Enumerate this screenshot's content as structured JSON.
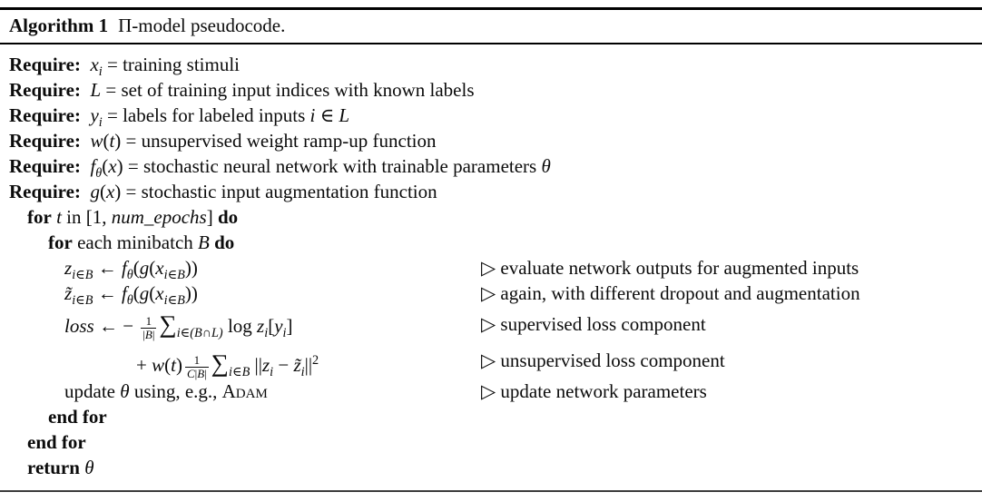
{
  "header": {
    "label": "Algorithm 1",
    "title": "Π-model pseudocode."
  },
  "comment_marker": "▷",
  "lines": [
    {
      "indent": 0,
      "comment": null,
      "segments": [
        {
          "t": "Require:",
          "b": true
        },
        {
          "t": "  "
        },
        {
          "t": "x",
          "i": true
        },
        {
          "t": "i",
          "i": true,
          "sub": true
        },
        {
          "t": " = training stimuli"
        }
      ]
    },
    {
      "indent": 0,
      "comment": null,
      "segments": [
        {
          "t": "Require:",
          "b": true
        },
        {
          "t": "  "
        },
        {
          "t": "L",
          "i": true
        },
        {
          "t": " = set of training input indices with known labels"
        }
      ]
    },
    {
      "indent": 0,
      "comment": null,
      "segments": [
        {
          "t": "Require:",
          "b": true
        },
        {
          "t": "  "
        },
        {
          "t": "y",
          "i": true
        },
        {
          "t": "i",
          "i": true,
          "sub": true
        },
        {
          "t": " = labels for labeled inputs "
        },
        {
          "t": "i",
          "i": true
        },
        {
          "t": " ∈ "
        },
        {
          "t": "L",
          "i": true
        }
      ]
    },
    {
      "indent": 0,
      "comment": null,
      "segments": [
        {
          "t": "Require:",
          "b": true
        },
        {
          "t": "  "
        },
        {
          "t": "w",
          "i": true
        },
        {
          "t": "("
        },
        {
          "t": "t",
          "i": true
        },
        {
          "t": ")"
        },
        {
          "t": " = unsupervised weight ramp-up function"
        }
      ]
    },
    {
      "indent": 0,
      "comment": null,
      "segments": [
        {
          "t": "Require:",
          "b": true
        },
        {
          "t": "  "
        },
        {
          "t": "f",
          "i": true
        },
        {
          "t": "θ",
          "i": true,
          "sub": true
        },
        {
          "t": "("
        },
        {
          "t": "x",
          "i": true
        },
        {
          "t": ")"
        },
        {
          "t": " = stochastic neural network with trainable parameters "
        },
        {
          "t": "θ",
          "i": true
        }
      ]
    },
    {
      "indent": 0,
      "comment": null,
      "segments": [
        {
          "t": "Require:",
          "b": true
        },
        {
          "t": "  "
        },
        {
          "t": "g",
          "i": true
        },
        {
          "t": "("
        },
        {
          "t": "x",
          "i": true
        },
        {
          "t": ")"
        },
        {
          "t": " = stochastic input augmentation function"
        }
      ]
    },
    {
      "indent": 1,
      "comment": null,
      "segments": [
        {
          "t": "for",
          "b": true
        },
        {
          "t": " "
        },
        {
          "t": "t",
          "i": true
        },
        {
          "t": " in [1, "
        },
        {
          "t": "num_epochs",
          "i": true
        },
        {
          "t": "] "
        },
        {
          "t": "do",
          "b": true
        }
      ]
    },
    {
      "indent": 2,
      "comment": null,
      "segments": [
        {
          "t": "for",
          "b": true
        },
        {
          "t": " each minibatch "
        },
        {
          "t": "B",
          "i": true
        },
        {
          "t": " "
        },
        {
          "t": "do",
          "b": true
        }
      ]
    },
    {
      "indent": 3,
      "comment": "evaluate network outputs for augmented inputs",
      "segments": [
        {
          "t": "z",
          "i": true
        },
        {
          "t": "i∈B",
          "i": true,
          "sub": true
        },
        {
          "t": " ← "
        },
        {
          "t": "f",
          "i": true
        },
        {
          "t": "θ",
          "i": true,
          "sub": true
        },
        {
          "t": "("
        },
        {
          "t": "g",
          "i": true
        },
        {
          "t": "("
        },
        {
          "t": "x",
          "i": true
        },
        {
          "t": "i∈B",
          "i": true,
          "sub": true
        },
        {
          "t": "))"
        }
      ]
    },
    {
      "indent": 3,
      "comment": "again, with different dropout and augmentation",
      "segments": [
        {
          "t": "z̃",
          "i": true
        },
        {
          "t": "i∈B",
          "i": true,
          "sub": true
        },
        {
          "t": " ← "
        },
        {
          "t": "f",
          "i": true
        },
        {
          "t": "θ",
          "i": true,
          "sub": true
        },
        {
          "t": "("
        },
        {
          "t": "g",
          "i": true
        },
        {
          "t": "("
        },
        {
          "t": "x",
          "i": true
        },
        {
          "t": "i∈B",
          "i": true,
          "sub": true
        },
        {
          "t": "))"
        }
      ]
    },
    {
      "indent": 3,
      "comment": "supervised loss component",
      "segments": [
        {
          "t": "loss",
          "i": true
        },
        {
          "t": " ← − "
        },
        {
          "frac": {
            "n": [
              {
                "t": "1"
              }
            ],
            "d": [
              {
                "t": "|"
              },
              {
                "t": "B",
                "i": true
              },
              {
                "t": "|"
              }
            ]
          }
        },
        {
          "t": "∑",
          "big": true
        },
        {
          "t": "i∈(B∩L)",
          "i": true,
          "sub": true
        },
        {
          "t": " log "
        },
        {
          "t": "z",
          "i": true
        },
        {
          "t": "i",
          "i": true,
          "sub": true
        },
        {
          "t": "["
        },
        {
          "t": "y",
          "i": true
        },
        {
          "t": "i",
          "i": true,
          "sub": true
        },
        {
          "t": "]"
        }
      ]
    },
    {
      "indent": 4,
      "comment": "unsupervised loss component",
      "segments": [
        {
          "t": "+ "
        },
        {
          "t": "w",
          "i": true
        },
        {
          "t": "("
        },
        {
          "t": "t",
          "i": true
        },
        {
          "t": ")"
        },
        {
          "frac": {
            "n": [
              {
                "t": "1"
              }
            ],
            "d": [
              {
                "t": "C",
                "i": true
              },
              {
                "t": "|"
              },
              {
                "t": "B",
                "i": true
              },
              {
                "t": "|"
              }
            ]
          }
        },
        {
          "t": "∑",
          "big": true
        },
        {
          "t": "i∈B",
          "i": true,
          "sub": true
        },
        {
          "t": " ||"
        },
        {
          "t": "z",
          "i": true
        },
        {
          "t": "i",
          "i": true,
          "sub": true
        },
        {
          "t": " − "
        },
        {
          "t": "z̃",
          "i": true
        },
        {
          "t": "i",
          "i": true,
          "sub": true
        },
        {
          "t": "||"
        },
        {
          "t": "2",
          "sup": true
        }
      ]
    },
    {
      "indent": 3,
      "comment": "update network parameters",
      "segments": [
        {
          "t": "update "
        },
        {
          "t": "θ",
          "i": true
        },
        {
          "t": " using, e.g., "
        },
        {
          "t": "Adam",
          "sc": true
        }
      ]
    },
    {
      "indent": 2,
      "comment": null,
      "segments": [
        {
          "t": "end for",
          "b": true
        }
      ]
    },
    {
      "indent": 1,
      "comment": null,
      "segments": [
        {
          "t": "end for",
          "b": true
        }
      ]
    },
    {
      "indent": 1,
      "comment": null,
      "segments": [
        {
          "t": "return",
          "b": true
        },
        {
          "t": " "
        },
        {
          "t": "θ",
          "i": true
        }
      ]
    }
  ]
}
